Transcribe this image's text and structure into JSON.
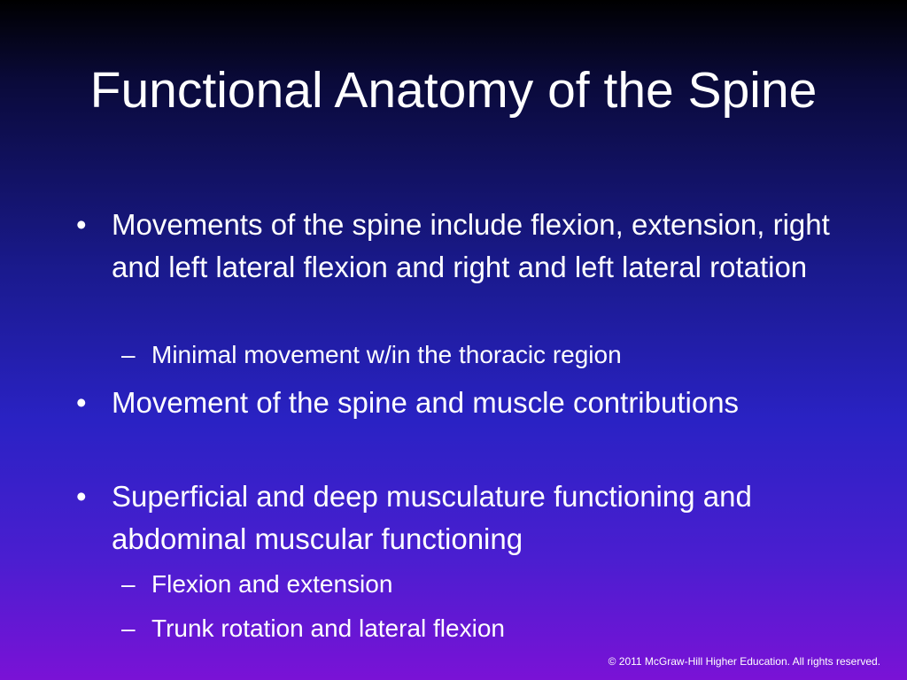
{
  "slide": {
    "title": "Functional Anatomy of the Spine",
    "bullets": [
      {
        "marker": "•",
        "text": "Movements of the spine include flexion, extension, right and left lateral flexion and right and left lateral rotation"
      },
      {
        "marker": "–",
        "text": "Minimal movement w/in the thoracic region"
      },
      {
        "marker": "•",
        "text": "Movement of the spine and muscle contributions"
      },
      {
        "marker": "•",
        "text": "Superficial and deep musculature functioning and abdominal muscular functioning"
      },
      {
        "marker": "–",
        "text": "Flexion and extension"
      },
      {
        "marker": "–",
        "text": "Trunk rotation and lateral flexion"
      }
    ],
    "footer": "© 2011 McGraw-Hill Higher Education.  All rights reserved."
  }
}
